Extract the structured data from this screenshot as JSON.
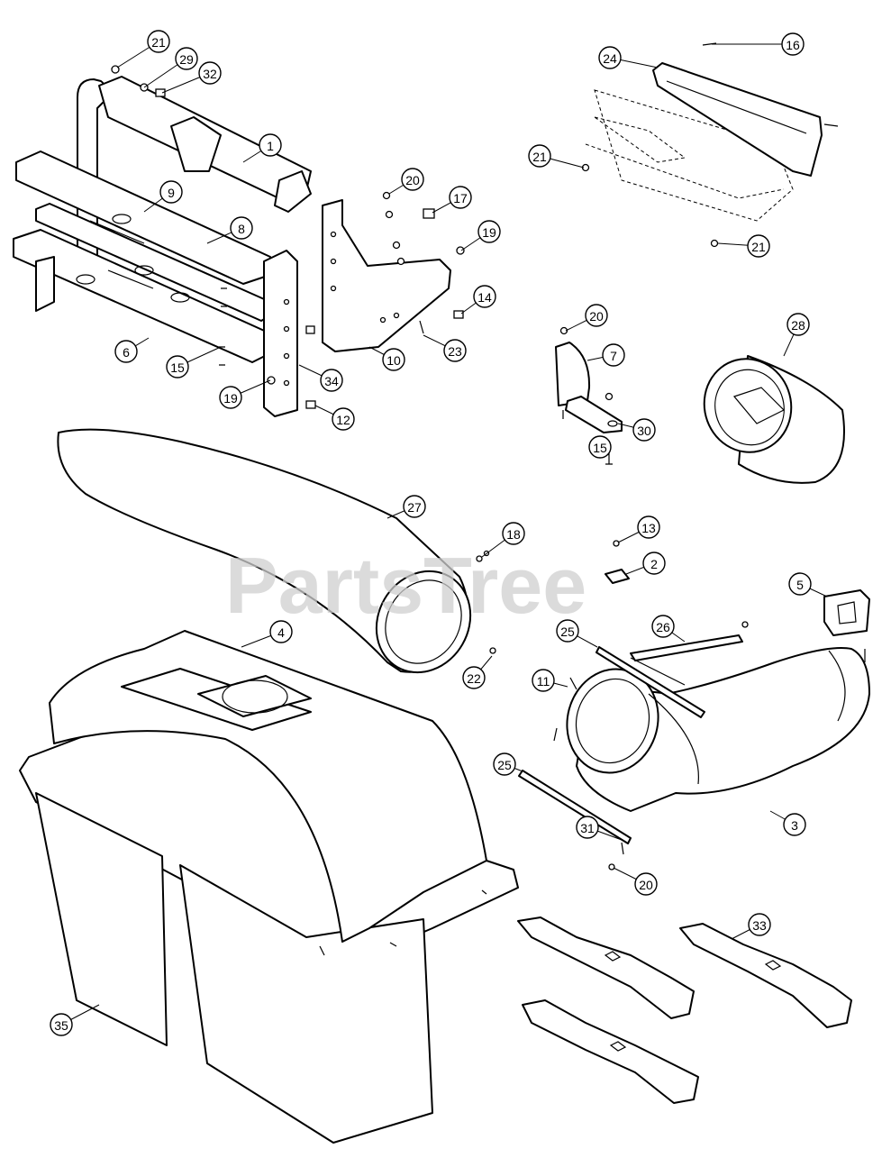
{
  "watermark": "PartsTree",
  "callouts": [
    {
      "num": "21"
    },
    {
      "num": "29"
    },
    {
      "num": "32"
    },
    {
      "num": "1"
    },
    {
      "num": "9"
    },
    {
      "num": "8"
    },
    {
      "num": "20"
    },
    {
      "num": "17"
    },
    {
      "num": "19"
    },
    {
      "num": "14"
    },
    {
      "num": "6"
    },
    {
      "num": "15"
    },
    {
      "num": "34"
    },
    {
      "num": "10"
    },
    {
      "num": "23"
    },
    {
      "num": "19"
    },
    {
      "num": "12"
    },
    {
      "num": "24"
    },
    {
      "num": "16"
    },
    {
      "num": "21"
    },
    {
      "num": "21"
    },
    {
      "num": "20"
    },
    {
      "num": "7"
    },
    {
      "num": "28"
    },
    {
      "num": "30"
    },
    {
      "num": "15"
    },
    {
      "num": "27"
    },
    {
      "num": "18"
    },
    {
      "num": "13"
    },
    {
      "num": "2"
    },
    {
      "num": "5"
    },
    {
      "num": "4"
    },
    {
      "num": "22"
    },
    {
      "num": "25"
    },
    {
      "num": "26"
    },
    {
      "num": "11"
    },
    {
      "num": "25"
    },
    {
      "num": "31"
    },
    {
      "num": "20"
    },
    {
      "num": "3"
    },
    {
      "num": "33"
    },
    {
      "num": "35"
    }
  ]
}
